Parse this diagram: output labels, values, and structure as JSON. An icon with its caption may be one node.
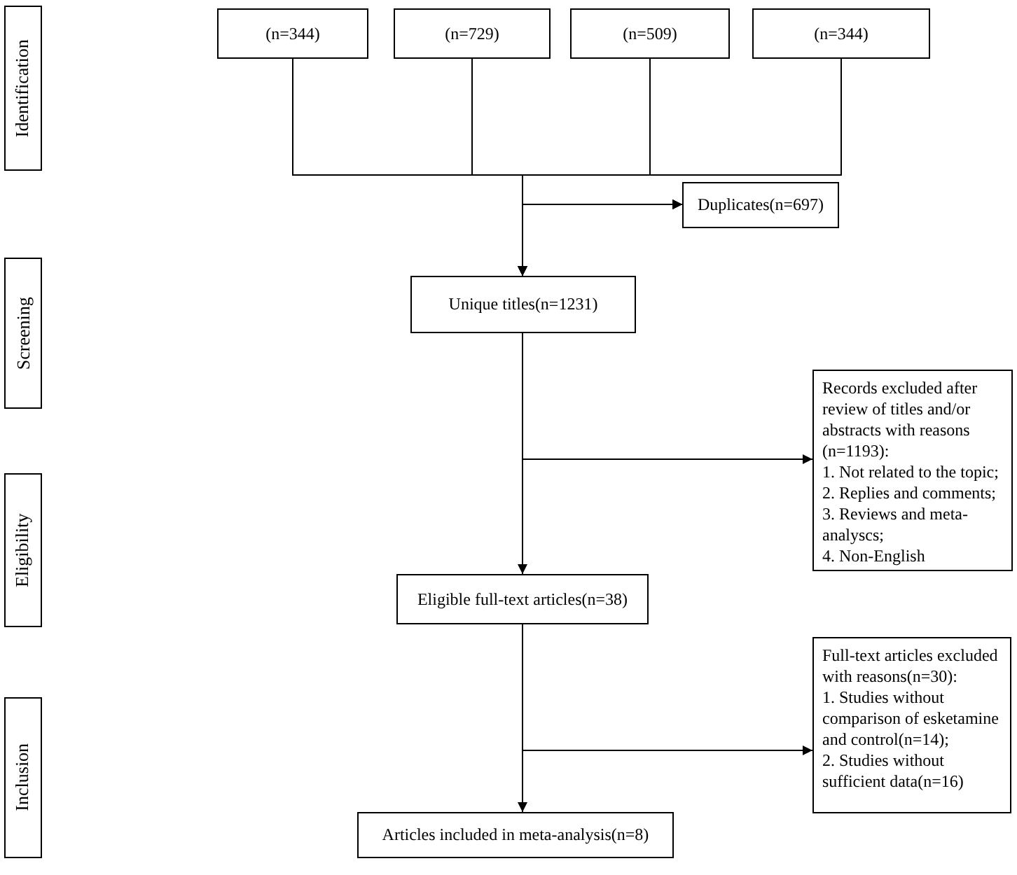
{
  "diagram": {
    "nodes": [
      {
        "text": [
          "Identification"
        ]
      },
      {
        "text": [
          "Screening"
        ]
      },
      {
        "text": [
          "Eligibility"
        ]
      },
      {
        "text": [
          "Inclusion"
        ]
      },
      {
        "text": [
          "(n=344)"
        ]
      },
      {
        "text": [
          "(n=729)"
        ]
      },
      {
        "text": [
          "(n=509)"
        ]
      },
      {
        "text": [
          "(n=344)"
        ]
      },
      {
        "text": [
          "Duplicates(n=697)"
        ]
      },
      {
        "text": [
          "Unique titles(n=1231)"
        ]
      },
      {
        "text": [
          "Records excluded after review of titles and/or abstracts with reasons (n=1193):",
          "1. Not related to the topic;",
          "2. Replies and comments;",
          "3. Reviews and meta-analyscs;",
          "4. Non-English"
        ]
      },
      {
        "text": [
          "Eligible full-text articles(n=38)"
        ]
      },
      {
        "text": [
          "Full-text articles excluded with reasons(n=30):",
          "1. Studies without comparison of esketamine and control(n=14);",
          "2. Studies without sufficient data(n=16)"
        ]
      },
      {
        "text": [
          "Articles included in meta-analysis(n=8)"
        ]
      }
    ],
    "edges": [
      {
        "from": 4,
        "to": 9,
        "arrow": "to"
      },
      {
        "from": 5,
        "to": 9,
        "arrow": "to"
      },
      {
        "from": 6,
        "to": 9,
        "arrow": "to"
      },
      {
        "from": 7,
        "to": 9,
        "arrow": "to"
      },
      {
        "from": 4,
        "to": 8,
        "arrow": "to"
      },
      {
        "from": 5,
        "to": 8,
        "arrow": "to"
      },
      {
        "from": 6,
        "to": 8,
        "arrow": "to"
      },
      {
        "from": 7,
        "to": 8,
        "arrow": "to"
      },
      {
        "from": 9,
        "to": 10,
        "arrow": "to"
      },
      {
        "from": 9,
        "to": 11,
        "arrow": "to"
      },
      {
        "from": 11,
        "to": 12,
        "arrow": "to"
      },
      {
        "from": 11,
        "to": 13,
        "arrow": "to"
      }
    ]
  }
}
